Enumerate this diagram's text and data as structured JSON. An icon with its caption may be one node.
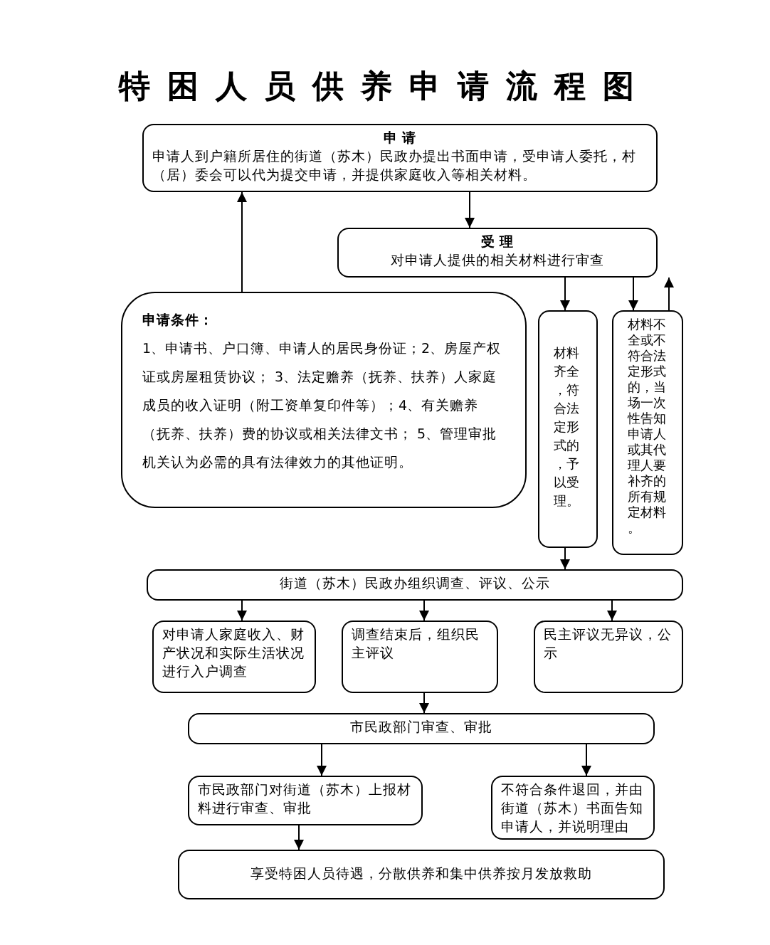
{
  "diagram": {
    "title": "特困人员供养申请流程图",
    "nodes": [
      {
        "text": [
          "申 请",
          "申请人到户籍所居住的街道（苏木）民政办提出书面申请，受申请人委托，村（居）委会可以代为提交申请，并提供家庭收入等相关材料。"
        ]
      },
      {
        "text": [
          "受 理",
          "对申请人提供的相关材料进行审查"
        ]
      },
      {
        "text": [
          "申请条件：",
          "1、申请书、户口簿、申请人的居民身份证；2、房屋产权证或房屋租赁协议； 3、法定赡养（抚养、扶养）人家庭成员的收入证明（附工资单复印件等）；4、有关赡养（抚养、扶养）费的协议或相关法律文书； 5、管理审批机关认为必需的具有法律效力的其他证明。"
        ]
      },
      {
        "text": [
          "材料齐全，符合法定形式的，予以受理。"
        ]
      },
      {
        "text": [
          "材料不全或不符合法定形式的，当场一次性告知申请人或其代理人要补齐的所有规定材料。"
        ]
      },
      {
        "text": [
          "街道（苏木）民政办组织调查、评议、公示"
        ]
      },
      {
        "text": [
          "对申请人家庭收入、财产状况和实际生活状况进行入户调查"
        ]
      },
      {
        "text": [
          "调查结束后，组织民主评议"
        ]
      },
      {
        "text": [
          "民主评议无异议，公示"
        ]
      },
      {
        "text": [
          "市民政部门审查、审批"
        ]
      },
      {
        "text": [
          "市民政部门对街道（苏木）上报材料进行审查、审批"
        ]
      },
      {
        "text": [
          "不符合条件退回，并由街道（苏木）书面告知申请人，并说明理由"
        ]
      },
      {
        "text": [
          "享受特困人员待遇，分散供养和集中供养按月发放救助"
        ]
      }
    ],
    "edges": [
      {
        "from": 0,
        "to": 1,
        "arrow": "to"
      },
      {
        "from": 2,
        "to": 0,
        "arrow": "to"
      },
      {
        "from": 1,
        "to": 3,
        "arrow": "to"
      },
      {
        "from": 1,
        "to": 4,
        "arrow": "to"
      },
      {
        "from": 4,
        "to": 1,
        "arrow": "to"
      },
      {
        "from": 3,
        "to": 5,
        "arrow": "to"
      },
      {
        "from": 5,
        "to": 6,
        "arrow": "to"
      },
      {
        "from": 5,
        "to": 7,
        "arrow": "to"
      },
      {
        "from": 5,
        "to": 8,
        "arrow": "to"
      },
      {
        "from": 7,
        "to": 9,
        "arrow": "to"
      },
      {
        "from": 9,
        "to": 10,
        "arrow": "to"
      },
      {
        "from": 9,
        "to": 11,
        "arrow": "to"
      },
      {
        "from": 10,
        "to": 12,
        "arrow": "to"
      }
    ]
  }
}
